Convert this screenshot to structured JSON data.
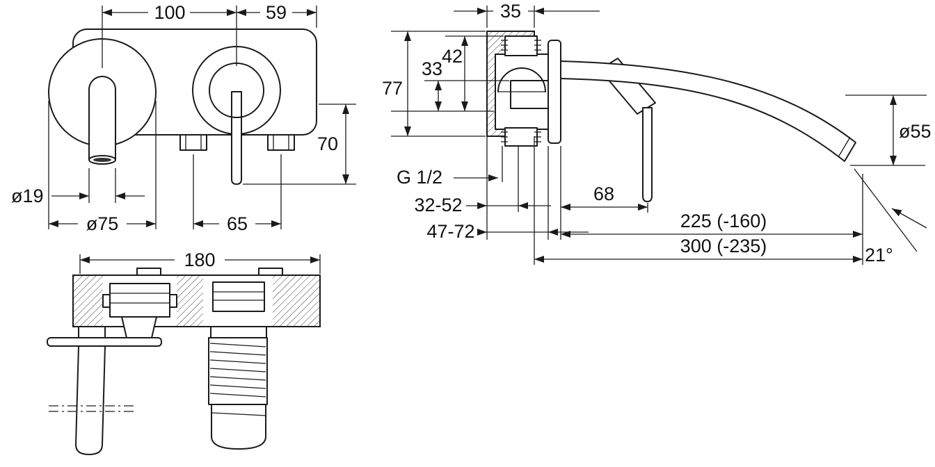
{
  "drawing": {
    "type": "technical dimension drawing, wall-mounted basin mixer",
    "colors": {
      "line": "#1a1a1a",
      "background": "#ffffff",
      "dark_fill": "#333333"
    },
    "front_view": {
      "dims": {
        "d100": "100",
        "d59": "59",
        "d70": "70",
        "d19": "ø19",
        "d75": "ø75",
        "d65": "65"
      }
    },
    "plan_view": {
      "dims": {
        "d180": "180"
      }
    },
    "side_view": {
      "dims": {
        "d35": "35",
        "d42": "42",
        "d33": "33",
        "d77": "77",
        "g12": "G 1/2",
        "d3252": "32-52",
        "d4772": "47-72",
        "d68": "68",
        "d225": "225 (-160)",
        "d300": "300 (-235)",
        "d55": "ø55",
        "a21": "21°"
      }
    }
  }
}
